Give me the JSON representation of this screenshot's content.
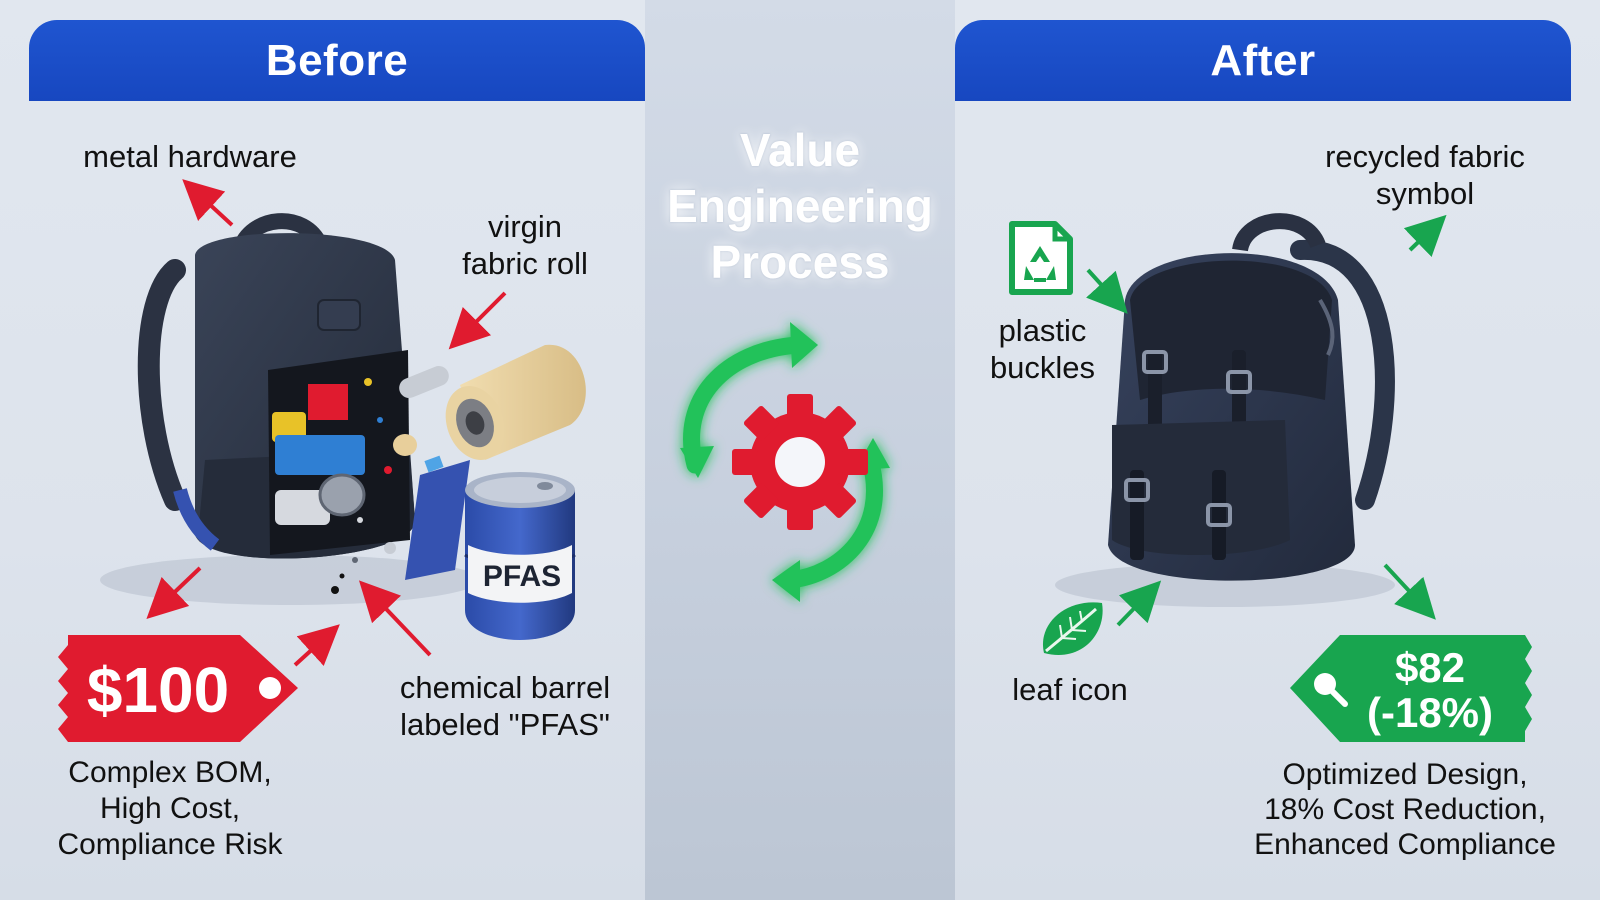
{
  "before": {
    "header": "Before",
    "labels": {
      "metal_hardware": "metal hardware",
      "virgin_fabric_line1": "virgin",
      "virgin_fabric_line2": "fabric roll",
      "chemical_line1": "chemical barrel",
      "chemical_line2": "labeled \"PFAS\""
    },
    "barrel_text": "PFAS",
    "price": "$100",
    "caption_lines": [
      "Complex BOM,",
      "High Cost,",
      "Compliance Risk"
    ]
  },
  "center": {
    "title_lines": [
      "Value",
      "Engineering",
      "Process"
    ]
  },
  "after": {
    "header": "After",
    "labels": {
      "recycled_line1": "recycled fabric",
      "recycled_line2": "symbol",
      "plastic_line1": "plastic",
      "plastic_line2": "buckles",
      "leaf": "leaf icon"
    },
    "price_line1": "$82",
    "price_line2": "(-18%)",
    "caption_lines": [
      "Optimized Design,",
      "18% Cost Reduction,",
      "Enhanced Compliance"
    ]
  },
  "colors": {
    "header_blue": "#1a4cc6",
    "red": "#e01b2f",
    "green": "#18a54f",
    "backpack": "#2d3547"
  }
}
